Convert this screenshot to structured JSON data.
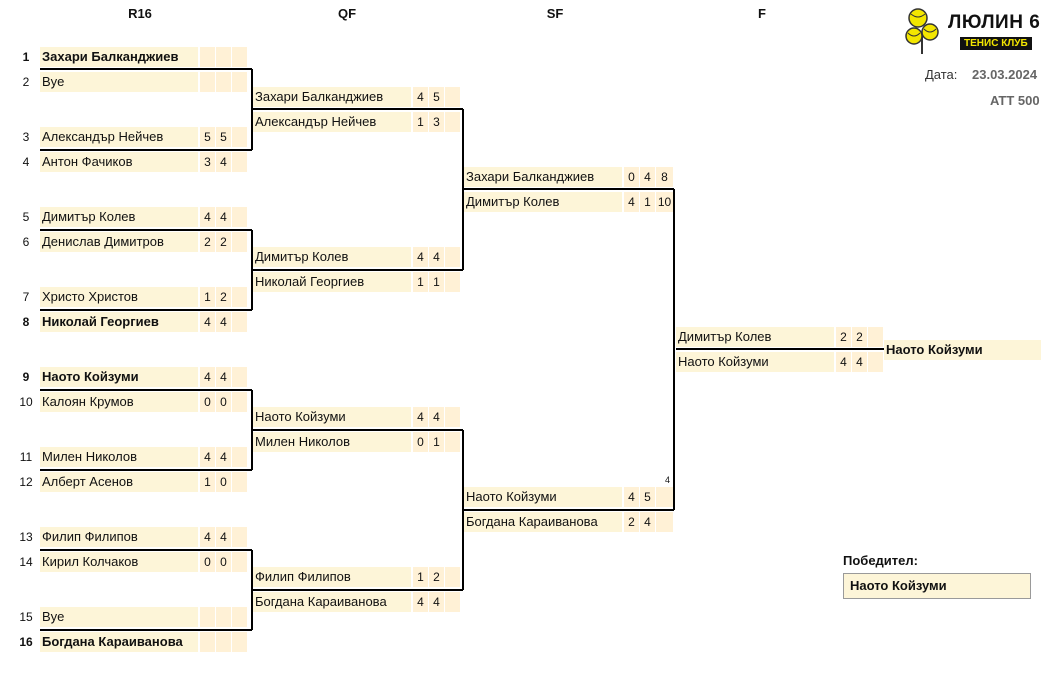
{
  "rounds": [
    "R16",
    "QF",
    "SF",
    "F"
  ],
  "logo": {
    "title": "ЛЮЛИН 6",
    "subtitle": "ТЕНИС КЛУБ"
  },
  "meta": {
    "date_label": "Дата:",
    "date": "23.03.2024",
    "tournament": "ATT 500"
  },
  "r16": [
    {
      "seed": "1",
      "name": "Захари Балканджиев",
      "s1": "",
      "s2": "",
      "bold": true
    },
    {
      "seed": "2",
      "name": "Bye",
      "s1": "",
      "s2": "",
      "bold": false
    },
    {
      "seed": "3",
      "name": "Александър Нейчев",
      "s1": "5",
      "s2": "5",
      "bold": false
    },
    {
      "seed": "4",
      "name": "Антон Фачиков",
      "s1": "3",
      "s2": "4",
      "bold": false
    },
    {
      "seed": "5",
      "name": "Димитър Колев",
      "s1": "4",
      "s2": "4",
      "bold": false
    },
    {
      "seed": "6",
      "name": "Денислав Димитров",
      "s1": "2",
      "s2": "2",
      "bold": false
    },
    {
      "seed": "7",
      "name": "Христо Христов",
      "s1": "1",
      "s2": "2",
      "bold": false
    },
    {
      "seed": "8",
      "name": "Николай Георгиев",
      "s1": "4",
      "s2": "4",
      "bold": true
    },
    {
      "seed": "9",
      "name": "Наото Койзуми",
      "s1": "4",
      "s2": "4",
      "bold": true
    },
    {
      "seed": "10",
      "name": "Калоян Крумов",
      "s1": "0",
      "s2": "0",
      "bold": false
    },
    {
      "seed": "11",
      "name": "Милен Николов",
      "s1": "4",
      "s2": "4",
      "bold": false
    },
    {
      "seed": "12",
      "name": "Алберт Асенов",
      "s1": "1",
      "s2": "0",
      "bold": false
    },
    {
      "seed": "13",
      "name": "Филип Филипов",
      "s1": "4",
      "s2": "4",
      "bold": false
    },
    {
      "seed": "14",
      "name": "Кирил Колчаков",
      "s1": "0",
      "s2": "0",
      "bold": false
    },
    {
      "seed": "15",
      "name": "Bye",
      "s1": "",
      "s2": "",
      "bold": false
    },
    {
      "seed": "16",
      "name": "Богдана Караиванова",
      "s1": "",
      "s2": "",
      "bold": true
    }
  ],
  "qf": [
    {
      "name": "Захари Балканджиев",
      "s1": "4",
      "s2": "5"
    },
    {
      "name": "Александър Нейчев",
      "s1": "1",
      "s2": "3"
    },
    {
      "name": "Димитър Колев",
      "s1": "4",
      "s2": "4"
    },
    {
      "name": "Николай Георгиев",
      "s1": "1",
      "s2": "1"
    },
    {
      "name": "Наото Койзуми",
      "s1": "4",
      "s2": "4"
    },
    {
      "name": "Милен Николов",
      "s1": "0",
      "s2": "1"
    },
    {
      "name": "Филип Филипов",
      "s1": "1",
      "s2": "2"
    },
    {
      "name": "Богдана Караиванова",
      "s1": "4",
      "s2": "4"
    }
  ],
  "sf": [
    {
      "name": "Захари Балканджиев",
      "s1": "0",
      "s2": "4",
      "s3": "8"
    },
    {
      "name": "Димитър Колев",
      "s1": "4",
      "s2": "1",
      "s3": "10"
    },
    {
      "name": "Наото Койзуми",
      "s1": "4",
      "s2": "5",
      "s3": ""
    },
    {
      "name": "Богдана Караиванова",
      "s1": "2",
      "s2": "4",
      "s3": ""
    }
  ],
  "sf_note": "4",
  "final": [
    {
      "name": "Димитър Колев",
      "s1": "2",
      "s2": "2"
    },
    {
      "name": "Наото Койзуми",
      "s1": "4",
      "s2": "4"
    }
  ],
  "champion": "Наото Койзуми",
  "winner": {
    "label": "Победител:",
    "name": "Наото Койзуми"
  }
}
